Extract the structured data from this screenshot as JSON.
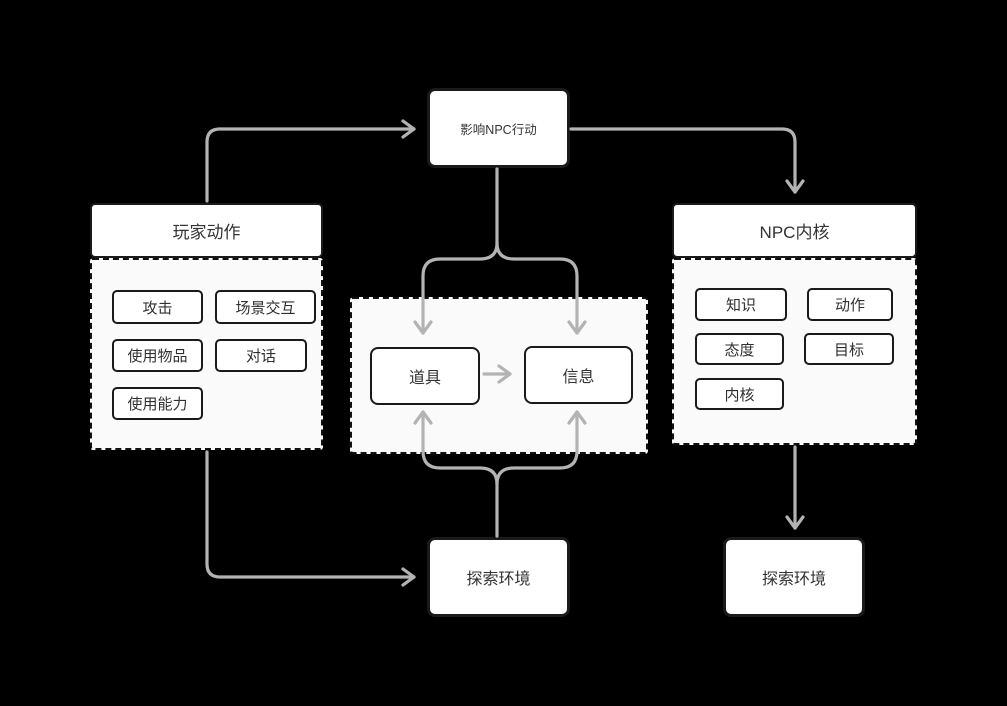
{
  "colors": {
    "background": "#000000",
    "box_fill": "#ffffff",
    "box_border": "#1a1a1a",
    "panel_fill": "#fafafa",
    "arrow": "#b3b3b3",
    "text": "#333333"
  },
  "diagram": {
    "influence_box": {
      "label": "影响NPC行动"
    },
    "player_actions": {
      "title": "玩家动作",
      "items": [
        "攻击",
        "场景交互",
        "使用物品",
        "对话",
        "使用能力"
      ]
    },
    "npc_core": {
      "title": "NPC内核",
      "items": [
        "知识",
        "动作",
        "态度",
        "目标",
        "内核"
      ]
    },
    "exchange": {
      "items": [
        "道具",
        "信息"
      ]
    },
    "explore_env_center": {
      "label": "探索环境"
    },
    "explore_env_right": {
      "label": "探索环境"
    },
    "edges": [
      {
        "from": "玩家动作",
        "to": "影响NPC行动"
      },
      {
        "from": "影响NPC行动",
        "to": "NPC内核"
      },
      {
        "from": "影响NPC行动",
        "to": "道具"
      },
      {
        "from": "影响NPC行动",
        "to": "信息"
      },
      {
        "from": "道具",
        "to": "信息"
      },
      {
        "from": "探索环境(底部中)",
        "to": "道具"
      },
      {
        "from": "探索环境(底部中)",
        "to": "信息"
      },
      {
        "from": "玩家动作",
        "to": "探索环境(底部中)"
      },
      {
        "from": "NPC内核",
        "to": "探索环境(底部右)"
      }
    ]
  }
}
